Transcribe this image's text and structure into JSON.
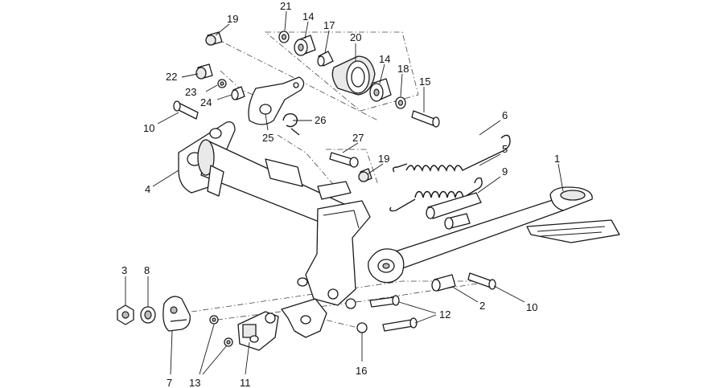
{
  "callouts": [
    {
      "id": "c21",
      "text": "21"
    },
    {
      "id": "c14a",
      "text": "14"
    },
    {
      "id": "c17",
      "text": "17"
    },
    {
      "id": "c20",
      "text": "20"
    },
    {
      "id": "c19a",
      "text": "19"
    },
    {
      "id": "c14b",
      "text": "14"
    },
    {
      "id": "c18",
      "text": "18"
    },
    {
      "id": "c15",
      "text": "15"
    },
    {
      "id": "c22",
      "text": "22"
    },
    {
      "id": "c23",
      "text": "23"
    },
    {
      "id": "c24",
      "text": "24"
    },
    {
      "id": "c10a",
      "text": "10"
    },
    {
      "id": "c26",
      "text": "26"
    },
    {
      "id": "c25",
      "text": "25"
    },
    {
      "id": "c6",
      "text": "6"
    },
    {
      "id": "c27",
      "text": "27"
    },
    {
      "id": "c19b",
      "text": "19"
    },
    {
      "id": "c5",
      "text": "5"
    },
    {
      "id": "c9",
      "text": "9"
    },
    {
      "id": "c1",
      "text": "1"
    },
    {
      "id": "c4",
      "text": "4"
    },
    {
      "id": "c3",
      "text": "3"
    },
    {
      "id": "c8",
      "text": "8"
    },
    {
      "id": "c2",
      "text": "2"
    },
    {
      "id": "c10b",
      "text": "10"
    },
    {
      "id": "c12",
      "text": "12"
    },
    {
      "id": "c16",
      "text": "16"
    },
    {
      "id": "c7",
      "text": "7"
    },
    {
      "id": "c13",
      "text": "13"
    },
    {
      "id": "c11",
      "text": "11"
    }
  ]
}
